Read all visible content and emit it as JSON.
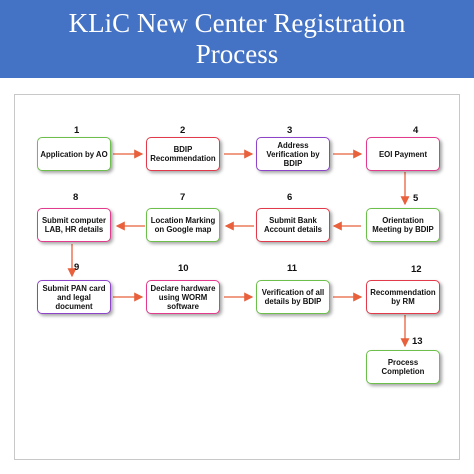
{
  "header": {
    "title_line1": "KLiC New Center Registration",
    "title_line2": "Process"
  },
  "colors": {
    "banner": "#4472c4",
    "arrow": "#e8603c",
    "green": "#6dbf4b",
    "red": "#e23a4a",
    "purple": "#8e44c9",
    "pink": "#e23a8c"
  },
  "steps": [
    {
      "number": "1",
      "label": "Application by AO"
    },
    {
      "number": "2",
      "label": "BDIP Recommendation"
    },
    {
      "number": "3",
      "label": "Address Verification by BDIP"
    },
    {
      "number": "4",
      "label": "EOI Payment"
    },
    {
      "number": "5",
      "label": "Orientation Meeting by BDIP"
    },
    {
      "number": "6",
      "label": "Submit Bank Account details"
    },
    {
      "number": "7",
      "label": "Location Marking on Google map"
    },
    {
      "number": "8",
      "label": "Submit computer LAB, HR details"
    },
    {
      "number": "9",
      "label": "Submit PAN card and legal document"
    },
    {
      "number": "10",
      "label": "Declare hardware using WORM software"
    },
    {
      "number": "11",
      "label": "Verification of all details by BDIP"
    },
    {
      "number": "12",
      "label": "Recommendation by RM"
    },
    {
      "number": "13",
      "label": "Process Completion"
    }
  ]
}
